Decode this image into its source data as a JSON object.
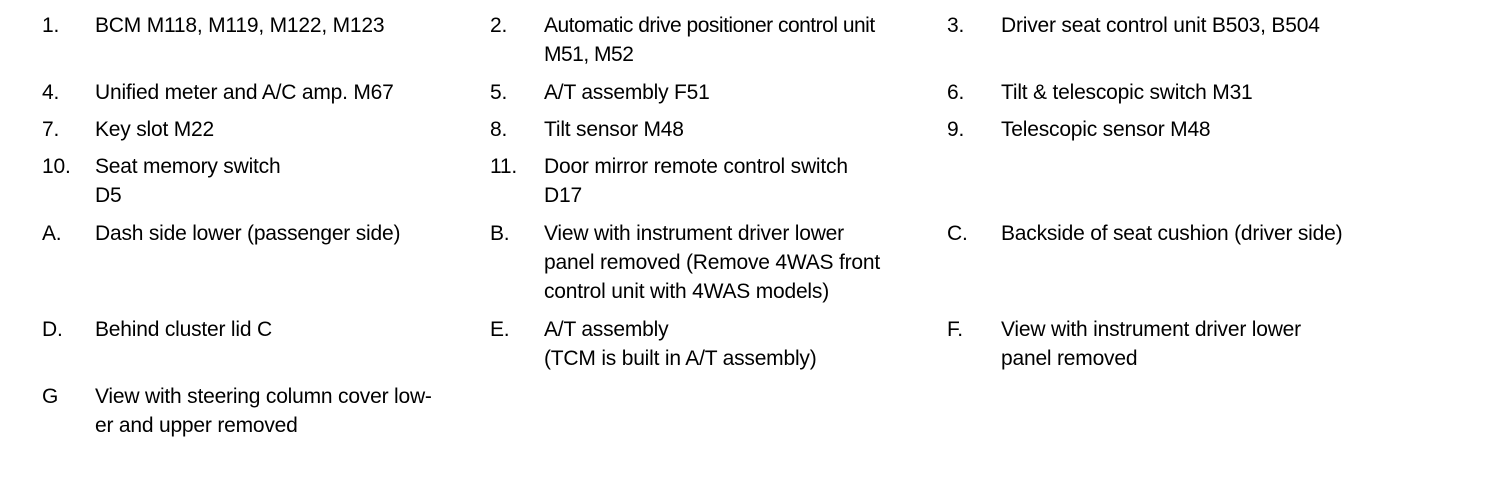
{
  "legend": {
    "items": [
      {
        "key": "1.",
        "text": "BCM M118, M119, M122, M123"
      },
      {
        "key": "2.",
        "text": "Automatic drive positioner control unit\nM51, M52"
      },
      {
        "key": "3.",
        "text": "Driver seat control unit B503, B504"
      },
      {
        "key": "4.",
        "text": "Unified meter and A/C amp. M67"
      },
      {
        "key": "5.",
        "text": "A/T assembly F51"
      },
      {
        "key": "6.",
        "text": "Tilt & telescopic switch M31"
      },
      {
        "key": "7.",
        "text": "Key slot M22"
      },
      {
        "key": "8.",
        "text": "Tilt sensor M48"
      },
      {
        "key": "9.",
        "text": "Telescopic sensor M48"
      },
      {
        "key": "10.",
        "text": "Seat memory switch\n D5"
      },
      {
        "key": "11.",
        "text": "Door mirror remote control switch\n D17"
      },
      {
        "key": "A.",
        "text": "Dash side lower (passenger side)"
      },
      {
        "key": "B.",
        "text": "View with instrument driver lower\npanel removed (Remove 4WAS front\ncontrol unit with 4WAS models)"
      },
      {
        "key": "C.",
        "text": "Backside of seat cushion (driver side)"
      },
      {
        "key": "D.",
        "text": "Behind cluster lid C"
      },
      {
        "key": "E.",
        "text": "A/T assembly\n(TCM is built in A/T assembly)"
      },
      {
        "key": "F.",
        "text": "View with instrument driver lower\npanel removed"
      },
      {
        "key": "G",
        "text": "View with steering column cover low-\ner and upper removed"
      }
    ]
  }
}
